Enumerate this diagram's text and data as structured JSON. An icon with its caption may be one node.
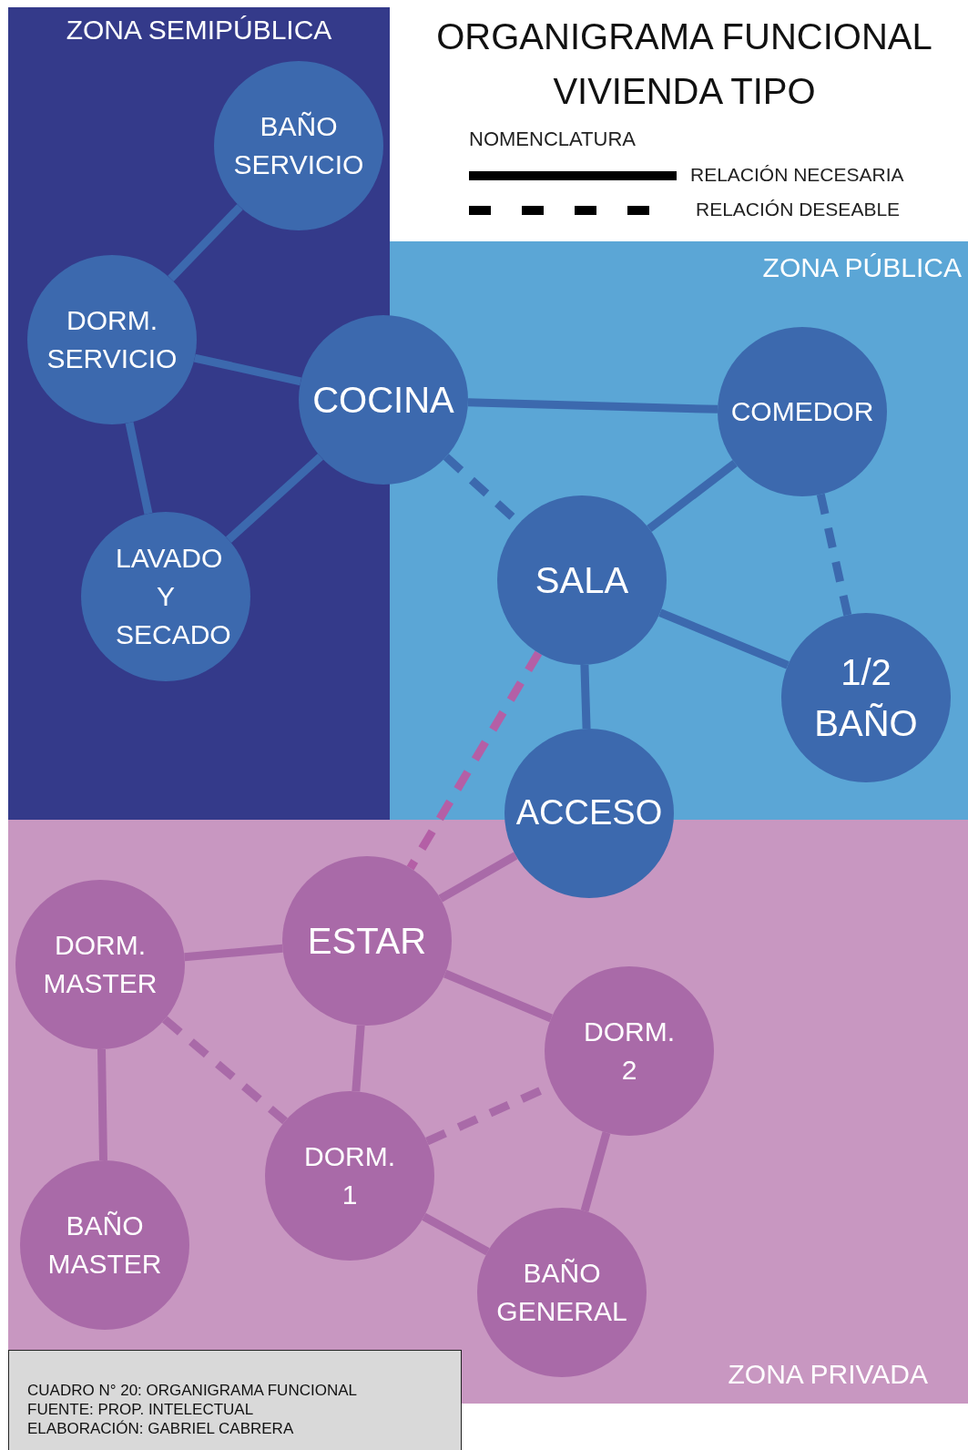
{
  "diagram": {
    "title": "ORGANIGRAMA FUNCIONAL VIVIENDA TIPO",
    "nodes": [
      {
        "text": [
          "ZONA SEMIPÚBLICA"
        ]
      },
      {
        "text": [
          "BAÑO SERVICIO"
        ],
        "in": 0
      },
      {
        "text": [
          "DORM. SERVICIO"
        ],
        "in": 0
      },
      {
        "text": [
          "COCINA"
        ]
      },
      {
        "text": [
          "LAVADO Y SECADO"
        ],
        "in": 0
      },
      {
        "text": [
          "ZONA PÚBLICA"
        ]
      },
      {
        "text": [
          "COMEDOR"
        ],
        "in": 5
      },
      {
        "text": [
          "SALA"
        ],
        "in": 5
      },
      {
        "text": [
          "1/2 BAÑO"
        ],
        "in": 5
      },
      {
        "text": [
          "ACCESO"
        ]
      },
      {
        "text": [
          "ZONA PRIVADA"
        ]
      },
      {
        "text": [
          "DORM. MASTER"
        ],
        "in": 10
      },
      {
        "text": [
          "ESTAR"
        ],
        "in": 10
      },
      {
        "text": [
          "DORM. 2"
        ],
        "in": 10
      },
      {
        "text": [
          "DORM. 1"
        ],
        "in": 10
      },
      {
        "text": [
          "BAÑO MASTER"
        ],
        "in": 10
      },
      {
        "text": [
          "BAÑO GENERAL"
        ],
        "in": 10
      }
    ],
    "edges": [
      {
        "from": 1,
        "to": 2,
        "arrow": "none"
      },
      {
        "from": 2,
        "to": 3,
        "arrow": "none"
      },
      {
        "from": 2,
        "to": 4,
        "arrow": "none"
      },
      {
        "from": 4,
        "to": 3,
        "arrow": "none"
      },
      {
        "from": 3,
        "to": 6,
        "arrow": "none"
      },
      {
        "from": 3,
        "to": 7,
        "arrow": "none",
        "style": "dashed"
      },
      {
        "from": 7,
        "to": 6,
        "arrow": "none"
      },
      {
        "from": 6,
        "to": 8,
        "arrow": "none",
        "style": "dashed"
      },
      {
        "from": 7,
        "to": 8,
        "arrow": "none"
      },
      {
        "from": 7,
        "to": 9,
        "arrow": "none"
      },
      {
        "from": 7,
        "to": 12,
        "arrow": "none",
        "style": "dashed",
        "color": "#b45fa6"
      },
      {
        "from": 9,
        "to": 12,
        "arrow": "none",
        "color": "#a96aa8"
      },
      {
        "from": 12,
        "to": 11,
        "arrow": "none",
        "color": "#a96aa8"
      },
      {
        "from": 12,
        "to": 13,
        "arrow": "none",
        "color": "#a96aa8"
      },
      {
        "from": 12,
        "to": 14,
        "arrow": "none",
        "color": "#a96aa8"
      },
      {
        "from": 11,
        "to": 14,
        "arrow": "none",
        "style": "dashed",
        "color": "#a96aa8"
      },
      {
        "from": 11,
        "to": 15,
        "arrow": "none",
        "color": "#a96aa8"
      },
      {
        "from": 14,
        "to": 13,
        "arrow": "none",
        "style": "dashed",
        "color": "#a96aa8"
      },
      {
        "from": 13,
        "to": 16,
        "arrow": "none",
        "color": "#a96aa8"
      },
      {
        "from": 14,
        "to": 16,
        "arrow": "none",
        "color": "#a96aa8"
      }
    ],
    "labels": [
      "NOMENCLATURA",
      "CUADRO N° 20: ORGANIGRAMA FUNCIONAL",
      "FUENTE: PROP. INTELECTUAL",
      "ELABORACIÓN: GABRIEL CABRERA"
    ],
    "legend": [
      {
        "text": "RELACIÓN NECESARIA"
      },
      {
        "text": "RELACIÓN DESEABLE"
      }
    ]
  }
}
